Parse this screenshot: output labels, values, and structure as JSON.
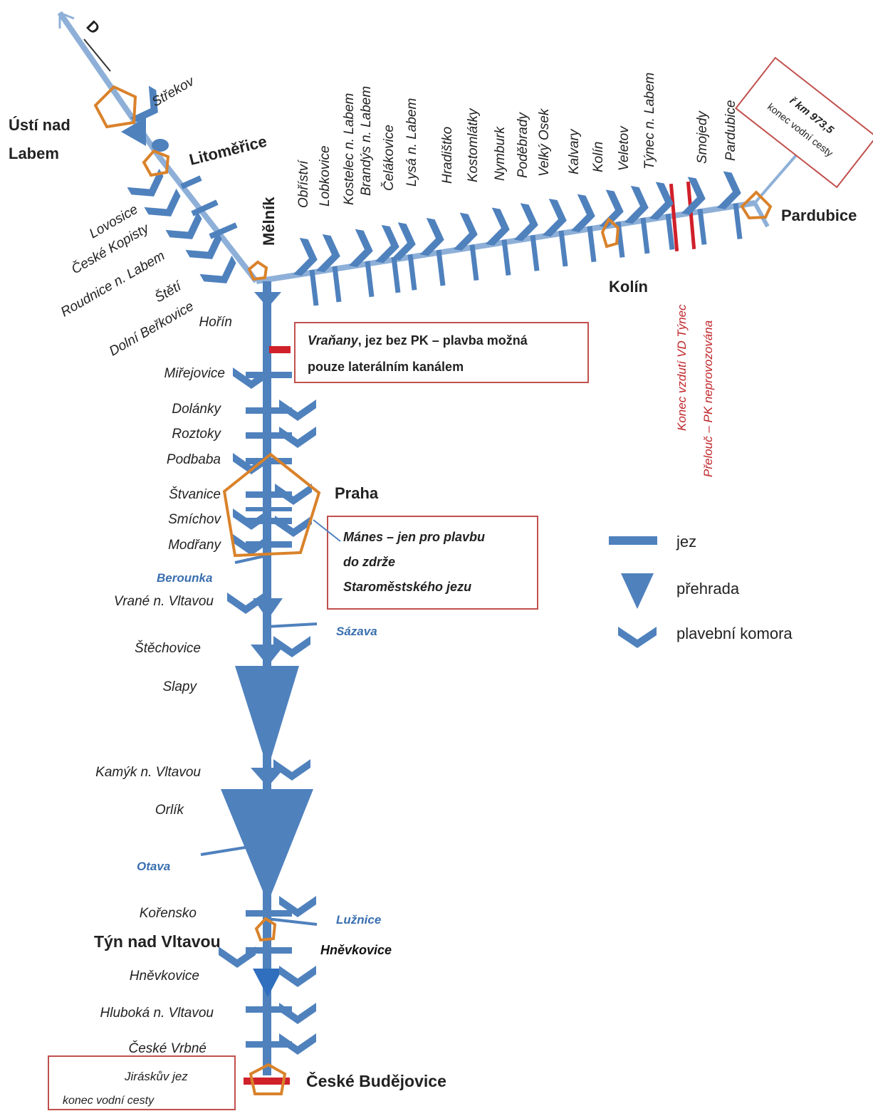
{
  "colors": {
    "river": "#4f81bd",
    "river_light": "#8eb0d8",
    "city": "#d9822b",
    "red": "#d0202a",
    "box_border": "#c0504d"
  },
  "direction_label": "D",
  "cities": {
    "usti": [
      "Ústí nad",
      "Labem"
    ],
    "litomerice": "Litoměřice",
    "melnik": "Mělník",
    "pardubice": "Pardubice",
    "kolin": "Kolín",
    "praha": "Praha",
    "tyn": "Týn nad Vltavou",
    "budejovice": "České Budějovice"
  },
  "elbe_lower_stations": [
    "Střekov",
    "Lovosice",
    "České Kopisty",
    "Roudnice n. Labem",
    "Štětí",
    "Dolní Beřkovice"
  ],
  "elbe_upper_stations": [
    "Obříství",
    "Lobkovice",
    "Kostelec n. Labem",
    "Brandýs n. Labem",
    "Čelákovice",
    "Lysá n. Labem",
    "Hradištko",
    "Kostomlátky",
    "Nymburk",
    "Poděbrady",
    "Velký Osek",
    "Kalvary",
    "Kolín",
    "Veletov",
    "Týnec n. Labem",
    "Smojedy",
    "Pardubice"
  ],
  "vltava_stations": [
    "Hořín",
    "Miřejovice",
    "Dolánky",
    "Roztoky",
    "Podbaba",
    "Štvanice",
    "Smíchov",
    "Modřany",
    "Vrané n. Vltavou",
    "Štěchovice",
    "Slapy",
    "Kamýk n. Vltavou",
    "Orlík",
    "Kořensko",
    "Hněvkovice",
    "Hluboká n. Vltavou",
    "České Vrbné"
  ],
  "tributaries": {
    "berounka": "Berounka",
    "sazava": "Sázava",
    "otava": "Otava",
    "luznice": "Lužnice"
  },
  "hnevkovice_note": "Hněvkovice",
  "notes": {
    "vranany": [
      "Vraňany",
      ", jez bez PK – plavba možná",
      "pouze laterálním kanálem"
    ],
    "manes": [
      "Mánes – jen pro plavbu",
      "do zdrže",
      "Staroměstského jezu"
    ],
    "rkm": [
      "ř km 973,5",
      "konec vodní cesty"
    ],
    "jiraskuv": [
      "Jiráskův jez",
      "konec vodní cesty"
    ],
    "tynec_red": [
      "Konec vzdutí VD Týnec",
      "Přelouč – PK neprovozována"
    ]
  },
  "legend": [
    {
      "icon": "weir",
      "label": "jez"
    },
    {
      "icon": "dam",
      "label": "přehrada"
    },
    {
      "icon": "lock",
      "label": "plavební komora"
    }
  ]
}
